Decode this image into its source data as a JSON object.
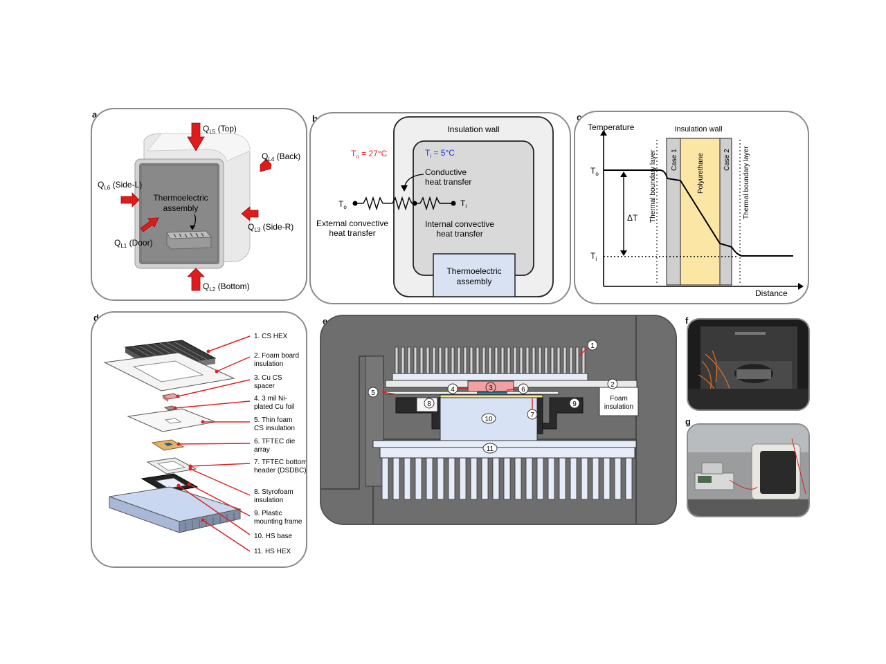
{
  "panel_labels": {
    "a": "a",
    "b": "b",
    "c": "c",
    "d": "d",
    "e": "e",
    "f": "f",
    "g": "g"
  },
  "a": {
    "top": {
      "q": "Q",
      "sub": "L5",
      "rest": " (Top)"
    },
    "back": {
      "q": "Q",
      "sub": "L4",
      "rest": " (Back)"
    },
    "sidel": {
      "q": "Q",
      "sub": "L6",
      "rest": " (Side-L)"
    },
    "sider": {
      "q": "Q",
      "sub": "L3",
      "rest": " (Side-R)"
    },
    "door": {
      "q": "Q",
      "sub": "L1",
      "rest": " (Door)"
    },
    "bottom": {
      "q": "Q",
      "sub": "L2",
      "rest": " (Bottom)"
    },
    "assembly_line1": "Thermoelectric",
    "assembly_line2": "assembly"
  },
  "b": {
    "wall": "Insulation wall",
    "to_label": {
      "t": "T",
      "sub": "o",
      "rest": " = 27°C"
    },
    "ti_label": {
      "t": "T",
      "sub": "i",
      "rest": " = 5°C"
    },
    "conductive1": "Conductive",
    "conductive2": "heat transfer",
    "to_node": {
      "t": "T",
      "sub": "o"
    },
    "ti_node": {
      "t": "T",
      "sub": "i"
    },
    "ext1": "External convective",
    "ext2": "heat transfer",
    "int1": "Internal convective",
    "int2": "heat transfer",
    "te1": "Thermoelectric",
    "te2": "assembly",
    "colors": {
      "hot": "#e02020",
      "cold": "#1a3ad8"
    }
  },
  "c": {
    "ylabel": "Temperature",
    "xlabel": "Distance",
    "wall": "Insulation wall",
    "to": {
      "t": "T",
      "sub": "o"
    },
    "ti": {
      "t": "T",
      "sub": "i"
    },
    "dt": "ΔT",
    "bl_left": "Thermal boundary layer",
    "bl_right": "Thermal boundary layer",
    "case1": "Case 1",
    "case2": "Case 2",
    "poly": "Polyurethane",
    "colors": {
      "poly": "#fbe6a6",
      "case": "#cfcfcf"
    }
  },
  "d": {
    "items": [
      {
        "l1": "1. CS HEX",
        "l2": ""
      },
      {
        "l1": "2. Foam board",
        "l2": "insulation"
      },
      {
        "l1": "3. Cu CS",
        "l2": "spacer"
      },
      {
        "l1": "4. 3 mil Ni-",
        "l2": "plated Cu foil"
      },
      {
        "l1": "5. Thin foam",
        "l2": "CS insulation"
      },
      {
        "l1": "6. TFTEC die",
        "l2": "array"
      },
      {
        "l1": "7. TFTEC bottom",
        "l2": "header (DSDBC)"
      },
      {
        "l1": "8. Styrofoam",
        "l2": "insulation"
      },
      {
        "l1": "9. Plastic",
        "l2": "mounting frame"
      },
      {
        "l1": "10. HS base",
        "l2": ""
      },
      {
        "l1": "11. HS HEX",
        "l2": ""
      }
    ]
  },
  "e": {
    "n1": "1",
    "n2": "2",
    "n3": "3",
    "n4": "4",
    "n5": "5",
    "n6": "6",
    "n7": "7",
    "n8": "8",
    "n9": "9",
    "n10": "10",
    "n11": "11",
    "foam1": "Foam",
    "foam2": "insulation",
    "colors": {
      "bg": "#6e6e6e",
      "spacer": "#f2a0a0",
      "hs": "#d8e2f5"
    }
  }
}
